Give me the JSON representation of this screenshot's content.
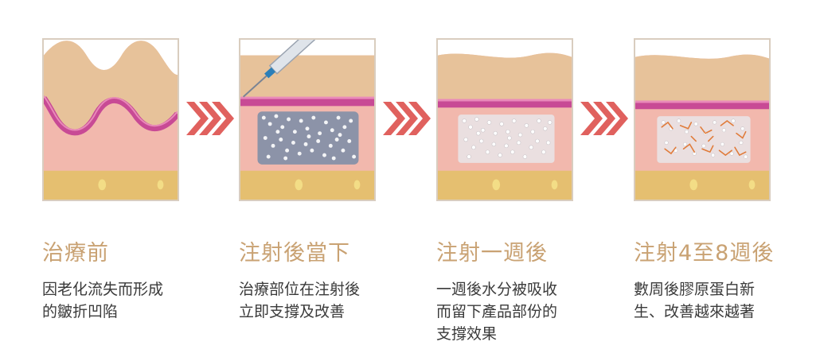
{
  "steps": [
    {
      "title": "治療前",
      "desc": [
        "因老化流失而形成",
        "的皺折凹陷"
      ]
    },
    {
      "title": "注射後當下",
      "desc": [
        "治療部位在注射後",
        "立即支撐及改善"
      ]
    },
    {
      "title": "注射一週後",
      "desc": [
        "一週後水分被吸收",
        "而留下產品部份的",
        "支撐效果"
      ]
    },
    {
      "title": "注射4至8週後",
      "desc": [
        "數周後膠原蛋白新",
        "生、改善越來越著"
      ]
    }
  ],
  "colors": {
    "title": "#c9a273",
    "arrow": "#e0615e",
    "skin": "#f2b8ad",
    "fat": "#e5bf70",
    "dermis_top": "#e7c29a",
    "membrane": "#c84a95",
    "collagen": "#e07b3a"
  }
}
